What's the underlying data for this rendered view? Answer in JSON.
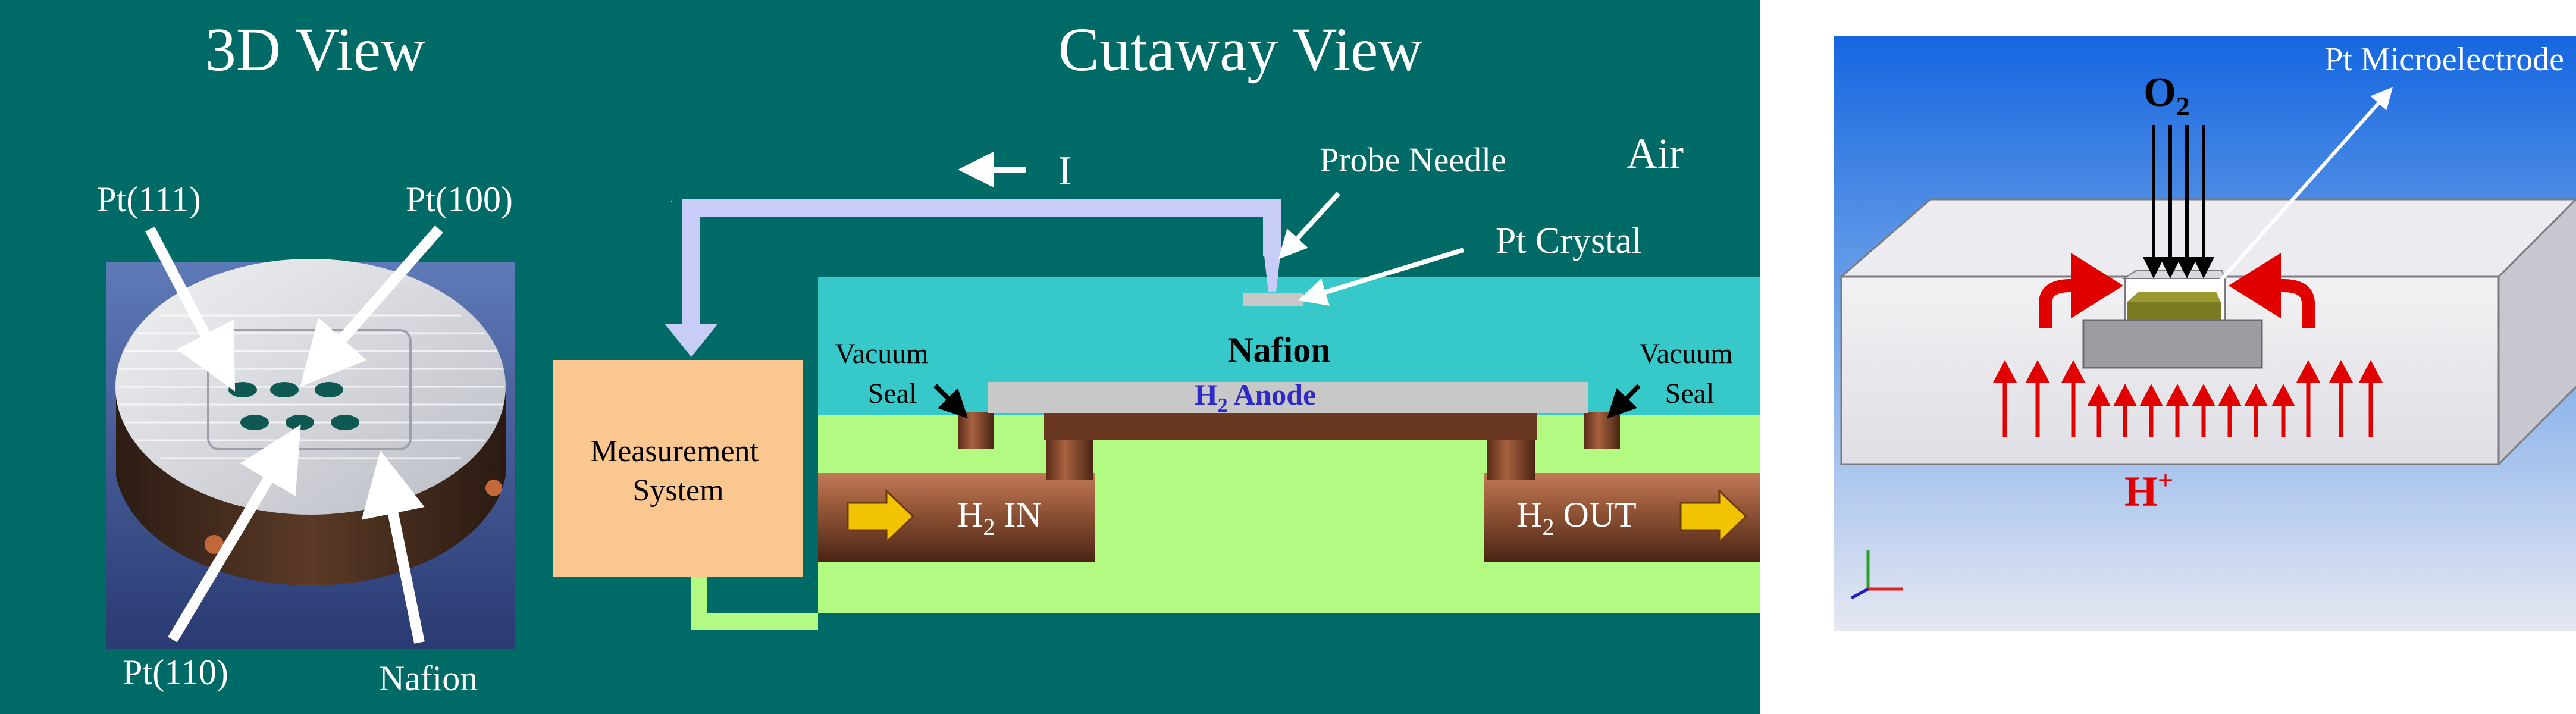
{
  "colors": {
    "teal_bg": "#006a66",
    "nafion_layer": "#37c9c9",
    "gas_chamber": "#b3fa83",
    "wire": "#c8cdf7",
    "measurement_box": "#fbc790",
    "pipe": "#8a5035",
    "arrow_yellow": "#f2c300",
    "anode_grey": "#c8c8c8",
    "anode_text": "#2e2ac8",
    "proton_red": "#e00000",
    "block_light": "#e4e4ea"
  },
  "left_panel": {
    "title": "3D View",
    "labels": {
      "pt111": "Pt(111)",
      "pt100": "Pt(100)",
      "pt110": "Pt(110)",
      "nafion": "Nafion"
    }
  },
  "center_panel": {
    "title": "Cutaway View",
    "current_label": "I",
    "air_label": "Air",
    "probe_needle_label": "Probe Needle",
    "pt_crystal_label": "Pt Crystal",
    "nafion_label": "Nafion",
    "anode_h": "H",
    "anode_sub": "2",
    "anode_rest": " Anode",
    "vacuum_seal_left": [
      "Vacuum",
      "Seal"
    ],
    "vacuum_seal_right": [
      "Vacuum",
      "Seal"
    ],
    "measurement_system": [
      "Measurement",
      "System"
    ],
    "h2_in": {
      "h": "H",
      "sub": "2",
      "rest": " IN"
    },
    "h2_out": {
      "h": "H",
      "sub": "2",
      "rest": " OUT"
    }
  },
  "right_panel": {
    "o2": {
      "main": "O",
      "sub": "2"
    },
    "pt_microelectrode_label": "Pt Microelectrode",
    "hplus": {
      "main": "H",
      "sup": "+"
    }
  }
}
